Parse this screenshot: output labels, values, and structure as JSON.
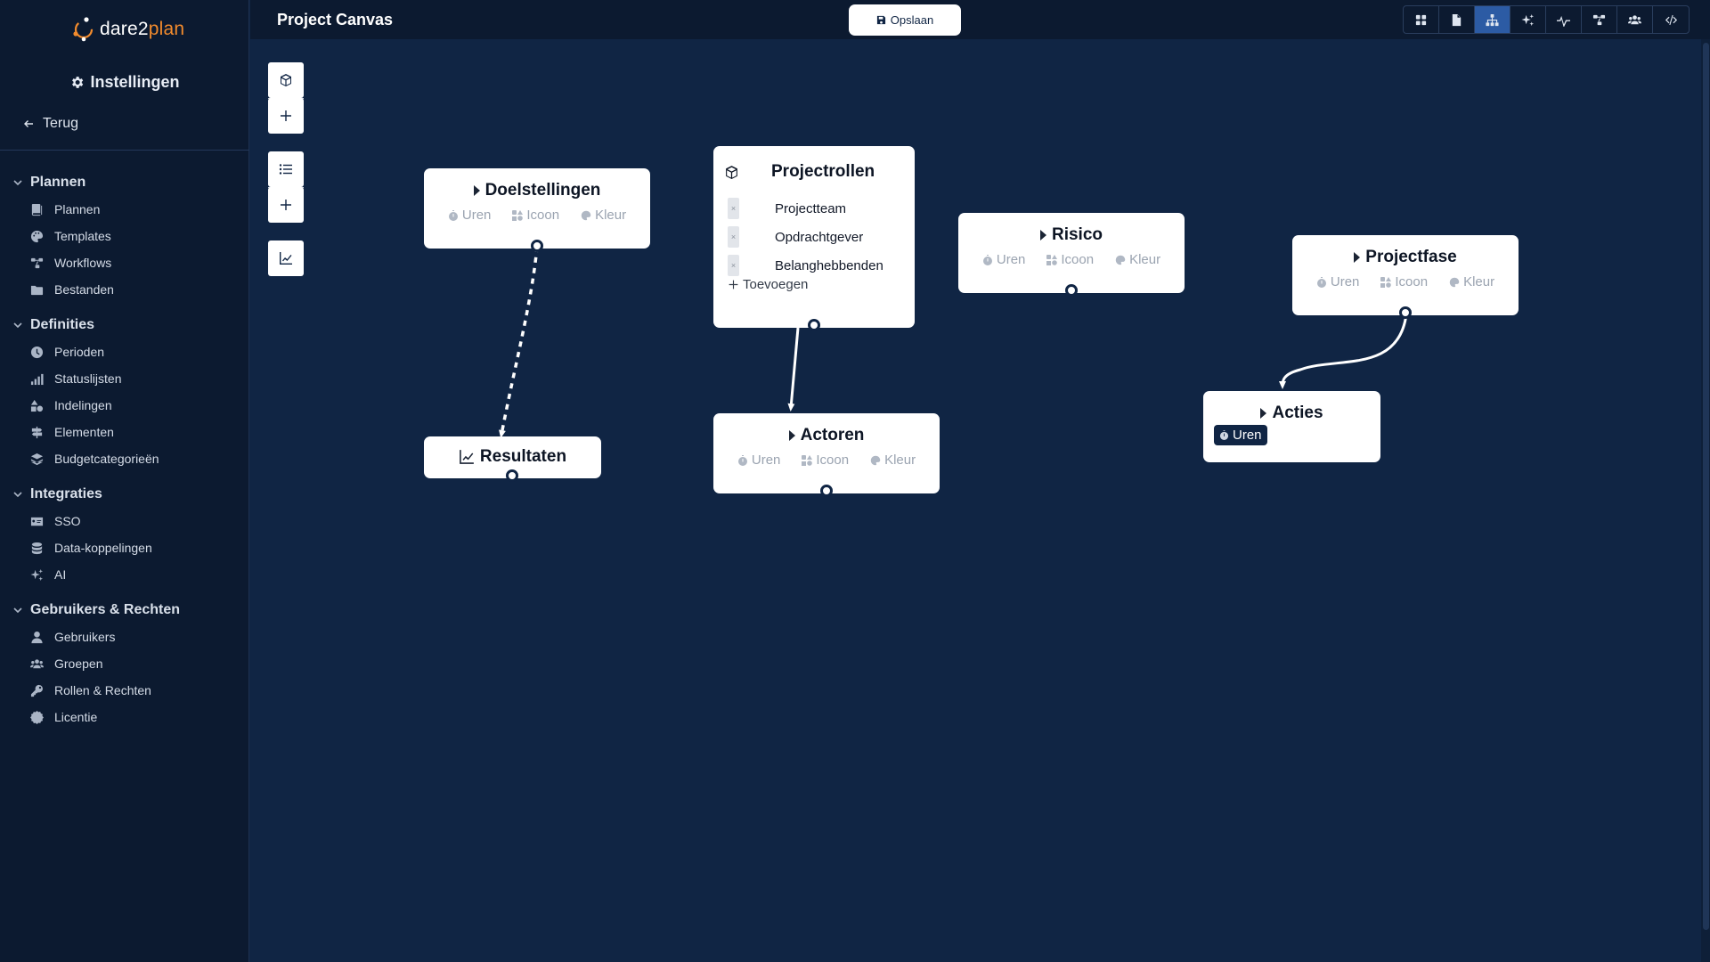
{
  "brand": {
    "name_part1": "dare2",
    "name_part2": "plan",
    "accent_color": "#f28b2d"
  },
  "sidebar": {
    "settings_title": "Instellingen",
    "back_label": "Terug",
    "sections": [
      {
        "label": "Plannen",
        "items": [
          {
            "label": "Plannen",
            "icon": "book-icon"
          },
          {
            "label": "Templates",
            "icon": "palette-icon"
          },
          {
            "label": "Workflows",
            "icon": "workflow-icon"
          },
          {
            "label": "Bestanden",
            "icon": "folder-icon"
          }
        ]
      },
      {
        "label": "Definities",
        "items": [
          {
            "label": "Perioden",
            "icon": "clock-icon"
          },
          {
            "label": "Statuslijsten",
            "icon": "signal-bars-icon"
          },
          {
            "label": "Indelingen",
            "icon": "shapes-icon"
          },
          {
            "label": "Elementen",
            "icon": "signs-icon"
          },
          {
            "label": "Budgetcategorieën",
            "icon": "layers-icon"
          }
        ]
      },
      {
        "label": "Integraties",
        "items": [
          {
            "label": "SSO",
            "icon": "id-card-icon"
          },
          {
            "label": "Data-koppelingen",
            "icon": "database-icon"
          },
          {
            "label": "AI",
            "icon": "sparkles-icon"
          }
        ]
      },
      {
        "label": "Gebruikers & Rechten",
        "items": [
          {
            "label": "Gebruikers",
            "icon": "user-icon"
          },
          {
            "label": "Groepen",
            "icon": "users-icon"
          },
          {
            "label": "Rollen & Rechten",
            "icon": "key-icon"
          },
          {
            "label": "Licentie",
            "icon": "badge-icon"
          }
        ]
      }
    ]
  },
  "header": {
    "title": "Project Canvas",
    "save_label": "Opslaan",
    "toolbar": [
      {
        "icon": "grid-icon",
        "active": false
      },
      {
        "icon": "document-icon",
        "active": false
      },
      {
        "icon": "sitemap-icon",
        "active": true
      },
      {
        "icon": "sparkles-icon",
        "active": false
      },
      {
        "icon": "pulse-icon",
        "active": false
      },
      {
        "icon": "workflow-icon",
        "active": false
      },
      {
        "icon": "users-icon",
        "active": false
      },
      {
        "icon": "code-icon",
        "active": false
      }
    ]
  },
  "canvas": {
    "palette": [
      "cube-icon",
      "plus-icon",
      "list-icon",
      "plus-icon",
      "chart-line-icon"
    ],
    "props": {
      "uren": "Uren",
      "icoon": "Icoon",
      "kleur": "Kleur"
    },
    "nodes": {
      "doelstellingen": {
        "title": "Doelstellingen"
      },
      "resultaten": {
        "title": "Resultaten"
      },
      "projectrollen": {
        "title": "Projectrollen",
        "roles": [
          "Projectteam",
          "Opdrachtgever",
          "Belanghebbenden"
        ],
        "add_label": "Toevoegen"
      },
      "actoren": {
        "title": "Actoren"
      },
      "risico": {
        "title": "Risico"
      },
      "projectfase": {
        "title": "Projectfase"
      },
      "acties": {
        "title": "Acties",
        "badge": "Uren"
      }
    }
  }
}
